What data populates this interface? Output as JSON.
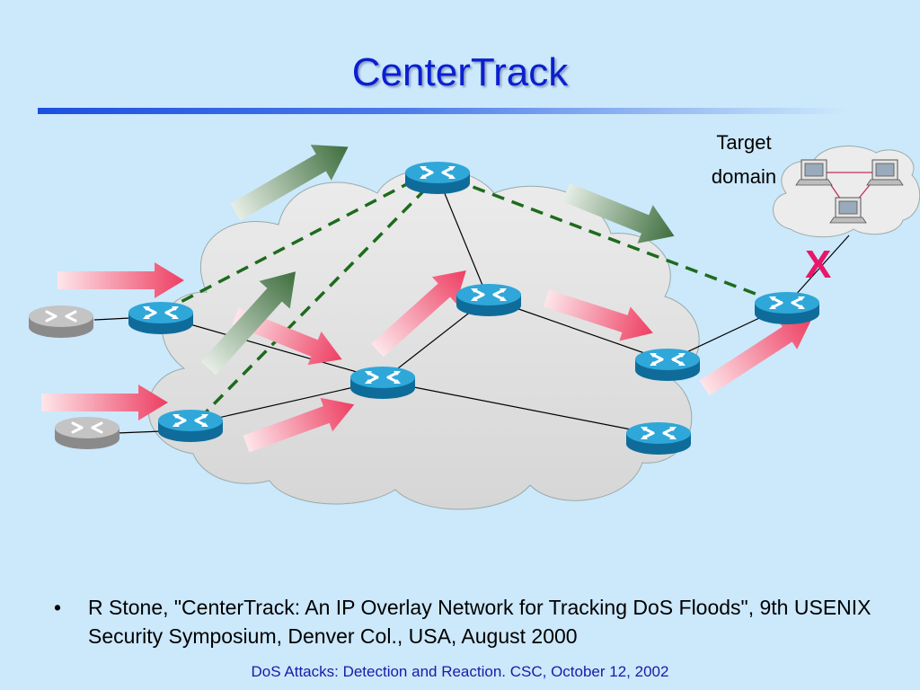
{
  "title": "CenterTrack",
  "target_label_line1": "Target",
  "target_label_line2": "domain",
  "attack_marker": "X",
  "bullet": {
    "marker": "•",
    "text": "R Stone, \"CenterTrack: An IP Overlay Network for Tracking DoS Floods\", 9th USENIX Security Symposium, Denver Col., USA, August 2000"
  },
  "footer": "DoS Attacks: Detection and Reaction. CSC, October 12, 2002",
  "colors": {
    "background": "#cce8fb",
    "title": "#0a1fd0",
    "router": "#1b8fc2",
    "edge_router": "#9a9a9a",
    "tunnel": "#1d6b1d",
    "attack_arrow": "#f0506e",
    "overlay_arrow": "#4f7a4f",
    "attack_marker": "#e8176a"
  }
}
